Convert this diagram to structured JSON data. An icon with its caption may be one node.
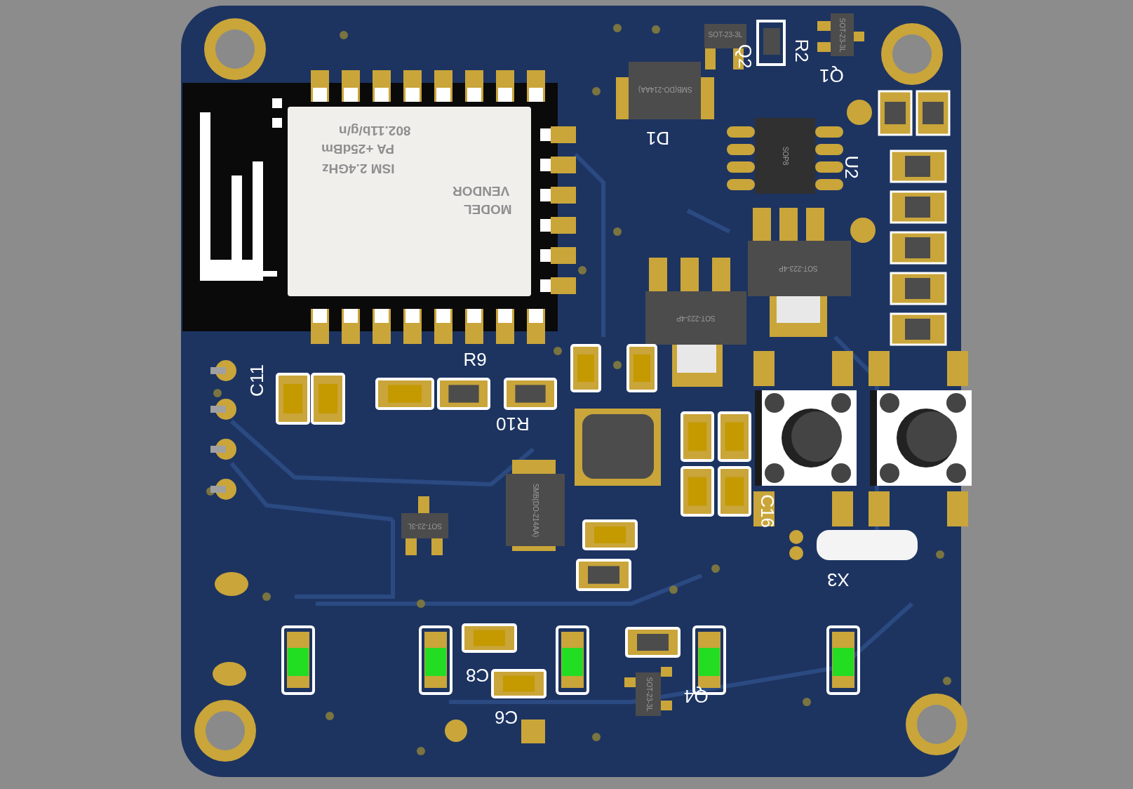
{
  "diagram": {
    "labels": [
      "SOT-23-3L",
      "Q2",
      "R2",
      "SOT-23-3L",
      "Q1",
      "SMB(DO-214AA)",
      "D1",
      "SOP8",
      "U2",
      "MODEL",
      "VENDOR",
      "ISM 2.4GHz",
      "PA +25dBm",
      "802.11b/g/n",
      "SOT-223-4P",
      "SOT-223-4P",
      "R9",
      "C11",
      "R10",
      "SMB(DO-214AA)",
      "C16",
      "SOT-23-3L",
      "X3",
      "C8",
      "SOT-23-3L",
      "Q4",
      "C6"
    ]
  }
}
